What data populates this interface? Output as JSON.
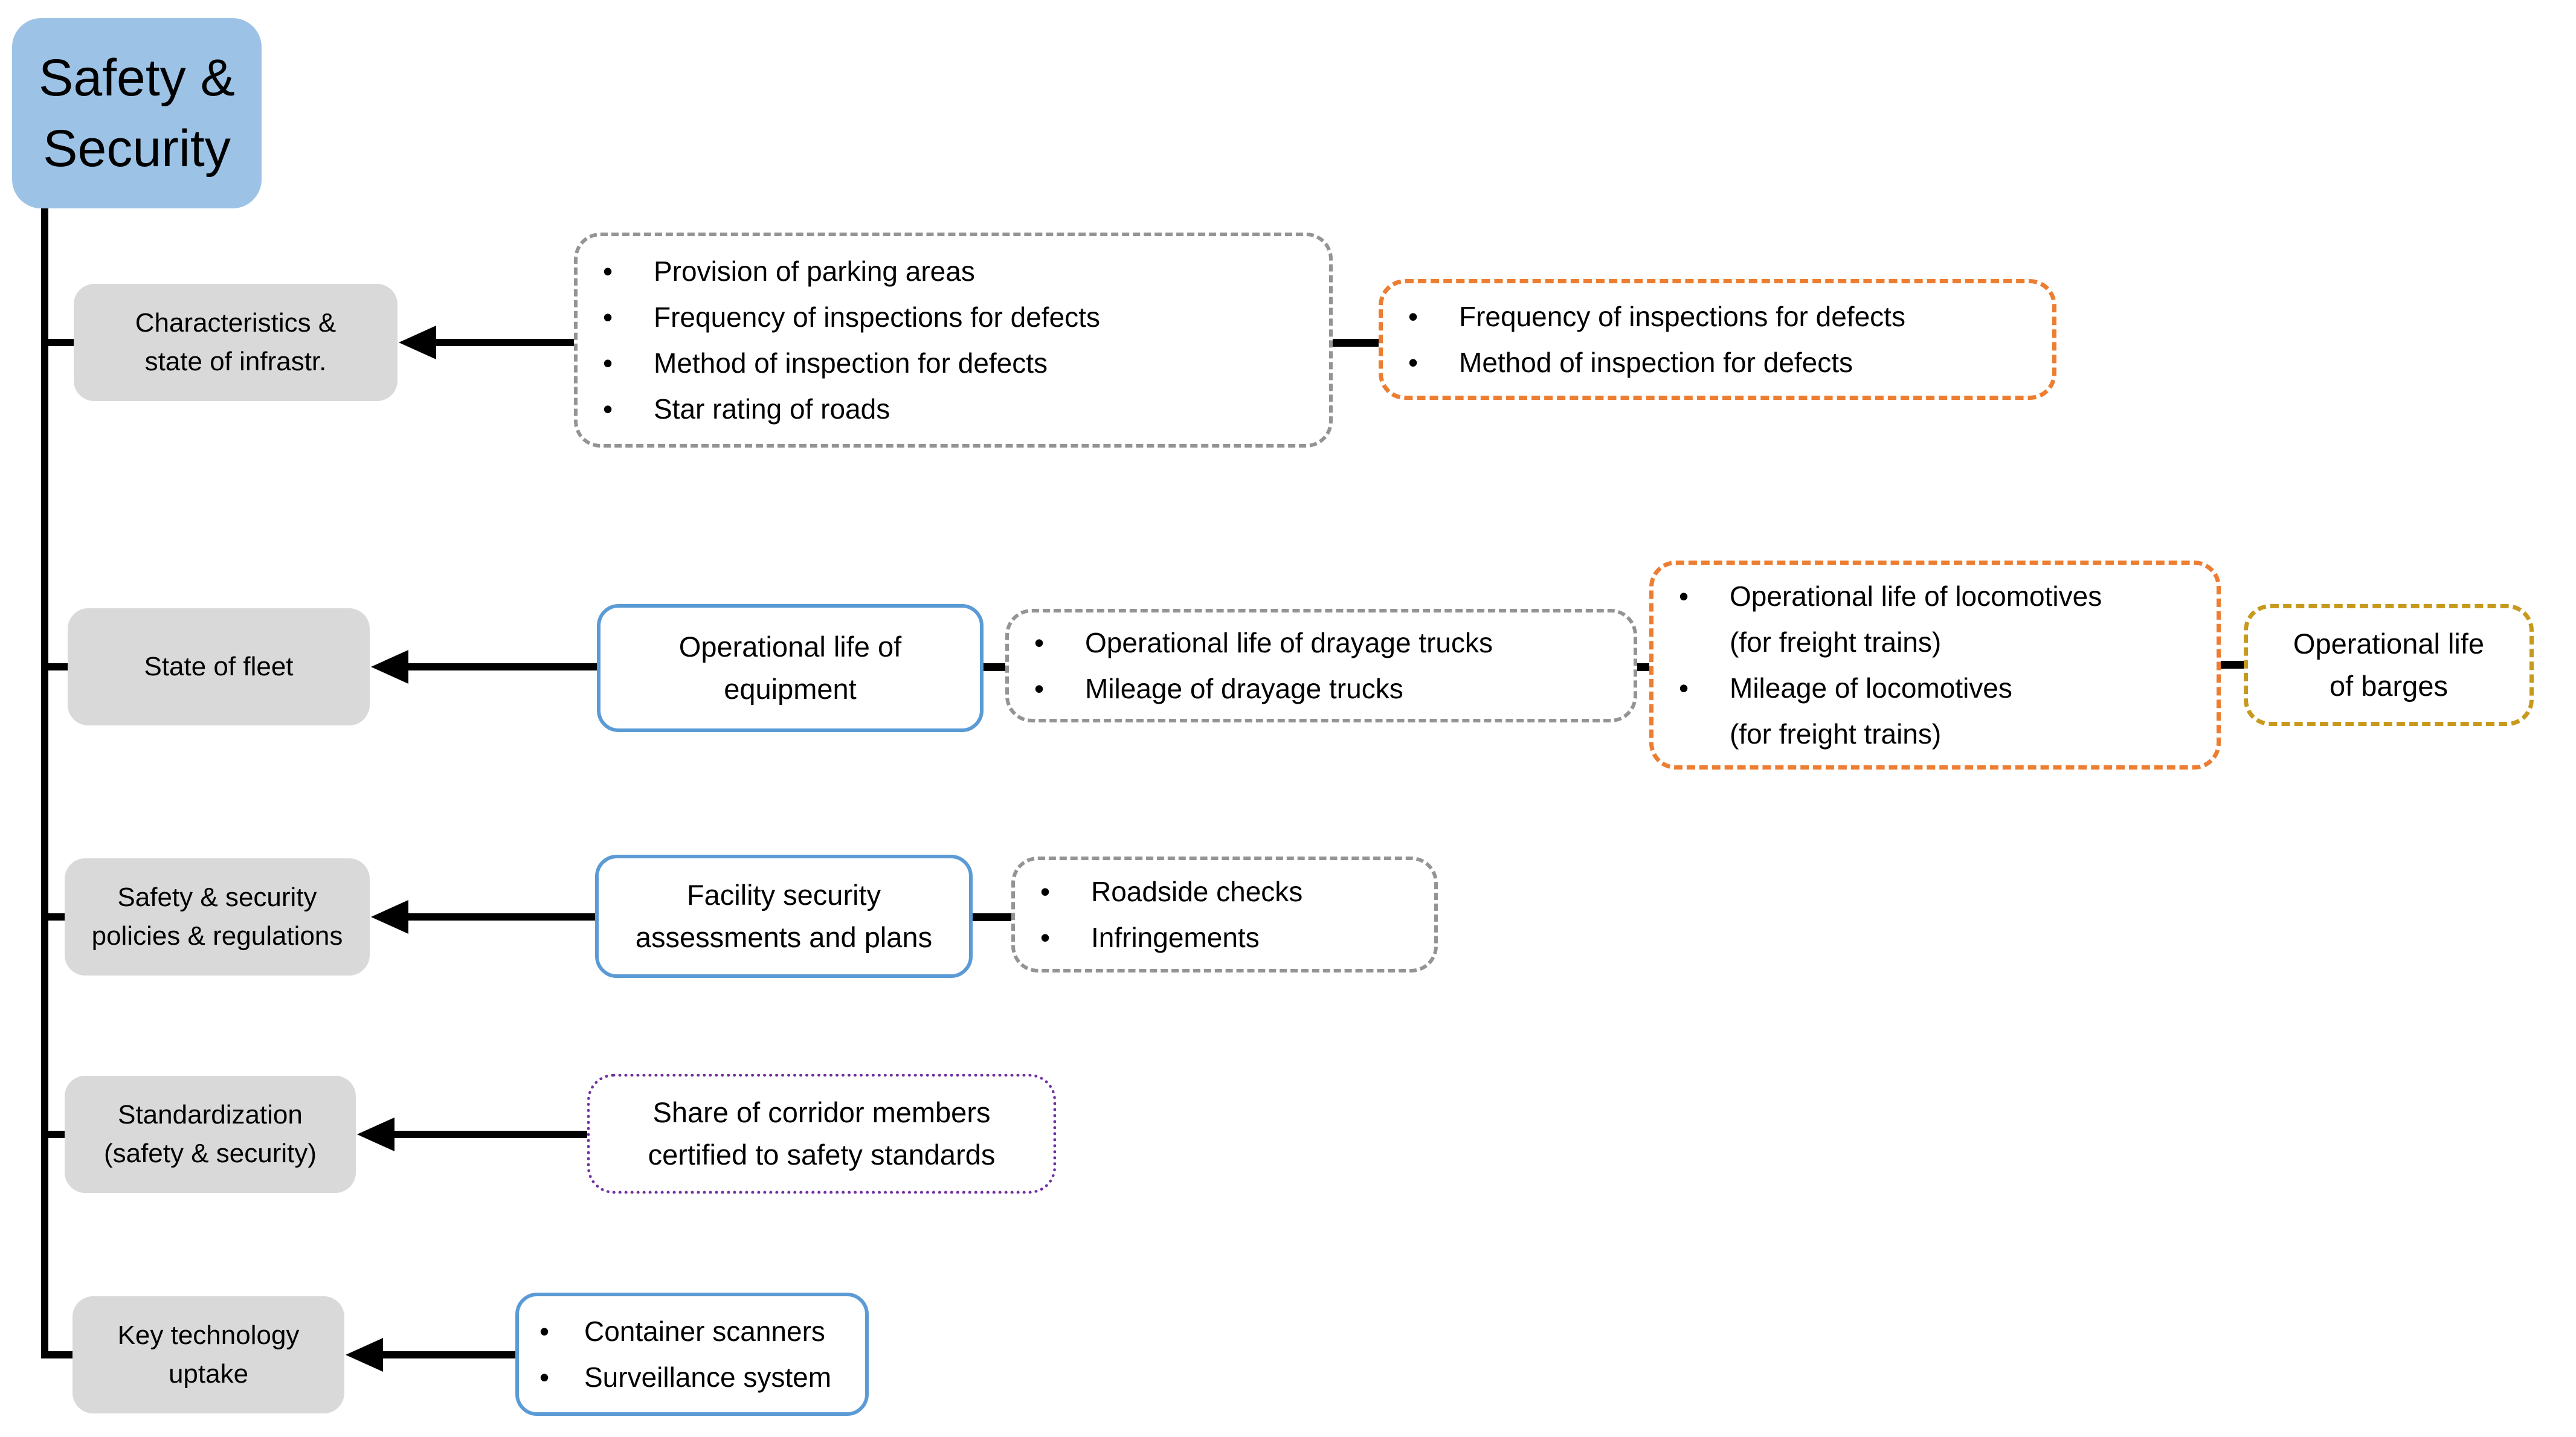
{
  "colors": {
    "root_fill": "#9CC3E6",
    "category_fill": "#D9D9D9",
    "blue_border": "#5B9BD5",
    "orange_border": "#ED7D31",
    "gold_border": "#C79A1D",
    "purple_border": "#7030A0",
    "gray_dash_border": "#949494",
    "connector_black": "#000000"
  },
  "glyphs": {
    "bullet": "•"
  },
  "root": {
    "label": "Safety &\nSecurity"
  },
  "rows": [
    {
      "category": "Characteristics &\nstate of infrastr.",
      "gray_dashed": {
        "items": [
          "Provision of parking areas",
          "Frequency of inspections for defects",
          "Method of inspection for defects",
          "Star rating of roads"
        ]
      },
      "orange": {
        "items": [
          "Frequency of inspections for defects",
          "Method of inspection for defects"
        ]
      }
    },
    {
      "category": "State of fleet",
      "blue": {
        "label": "Operational life of\nequipment"
      },
      "gray_dashed": {
        "items": [
          "Operational life of drayage trucks",
          "Mileage of drayage trucks"
        ]
      },
      "orange": {
        "items": [
          "Operational life of locomotives\n(for freight trains)",
          "Mileage of locomotives\n(for freight trains)"
        ]
      },
      "gold": {
        "label": "Operational life\nof barges"
      }
    },
    {
      "category": "Safety & security\npolicies & regulations",
      "blue": {
        "label": "Facility security\nassessments and plans"
      },
      "gray_dashed": {
        "items": [
          "Roadside checks",
          "Infringements"
        ]
      }
    },
    {
      "category": "Standardization\n(safety & security)",
      "purple": {
        "label": "Share of corridor members\ncertified to safety standards"
      }
    },
    {
      "category": "Key technology\nuptake",
      "blue": {
        "items": [
          "Container scanners",
          "Surveillance system"
        ]
      }
    }
  ]
}
